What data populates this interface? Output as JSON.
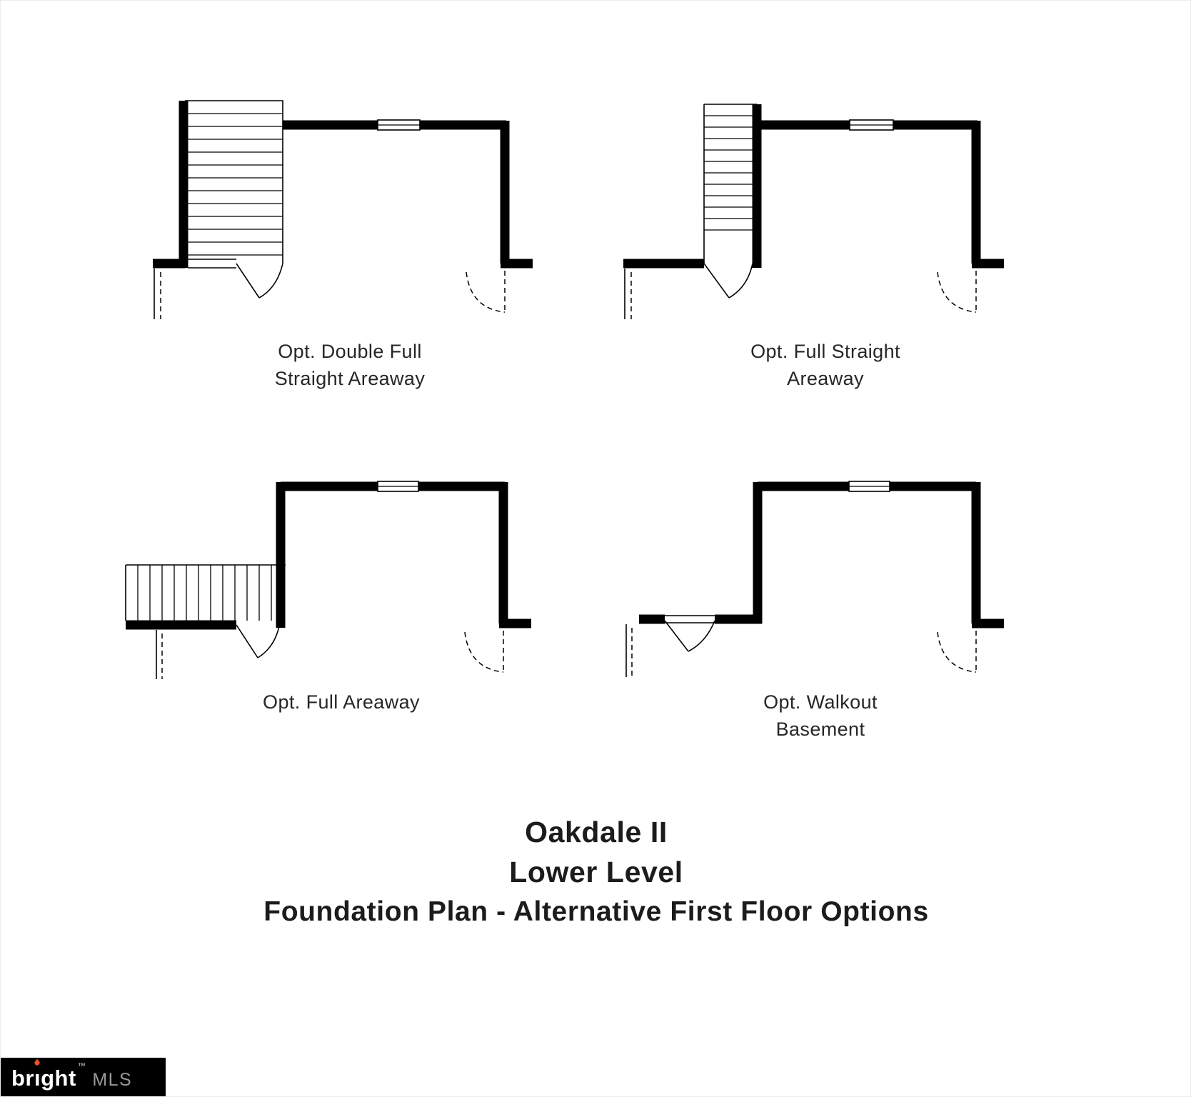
{
  "plans": [
    {
      "id": "double-full-straight-areaway",
      "lines": [
        "Opt. Double Full",
        "Straight Areaway"
      ]
    },
    {
      "id": "full-straight-areaway",
      "lines": [
        "Opt. Full Straight",
        "Areaway"
      ]
    },
    {
      "id": "full-areaway",
      "lines": [
        "Opt. Full Areaway"
      ]
    },
    {
      "id": "walkout-basement",
      "lines": [
        "Opt. Walkout",
        "Basement"
      ]
    }
  ],
  "title": {
    "line1": "Oakdale II",
    "line2": "Lower Level",
    "line3": "Foundation Plan - Alternative First Floor Options"
  },
  "footer": {
    "brand_prefix": "br",
    "brand_i": "ı",
    "brand_suffix": "ght",
    "trademark": "™",
    "mls": "MLS",
    "bar_color": "#000000",
    "flame_color": "#e8532e",
    "mls_color": "#9a9a9a"
  },
  "drawing": {
    "wall_color": "#000000",
    "background": "#ffffff"
  }
}
